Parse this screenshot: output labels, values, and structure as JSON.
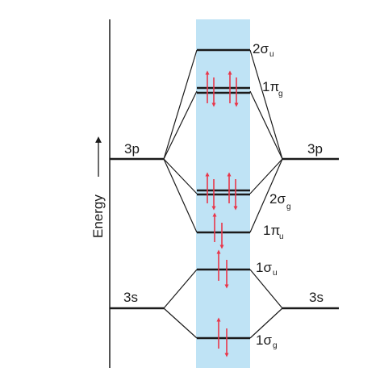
{
  "axis": {
    "label": "Energy"
  },
  "atomic_left": {
    "p": "3p",
    "s": "3s"
  },
  "atomic_right": {
    "p": "3p",
    "s": "3s"
  },
  "orbitals": {
    "sigma_u_2": {
      "main": "2σ",
      "sub": "u",
      "electrons": 0
    },
    "pi_g_1": {
      "main": "1π",
      "sub": "g",
      "electrons": 4
    },
    "sigma_g_2": {
      "main": "2σ",
      "sub": "g",
      "electrons": 4
    },
    "pi_u_1": {
      "main": "1π",
      "sub": "u",
      "electrons": 2
    },
    "sigma_u_1": {
      "main": "1σ",
      "sub": "u",
      "electrons": 2
    },
    "sigma_g_1": {
      "main": "1σ",
      "sub": "g",
      "electrons": 2
    }
  },
  "colors": {
    "band": "#bfe3f5",
    "line": "#1a1a1a",
    "arrow": "#e8364a"
  }
}
